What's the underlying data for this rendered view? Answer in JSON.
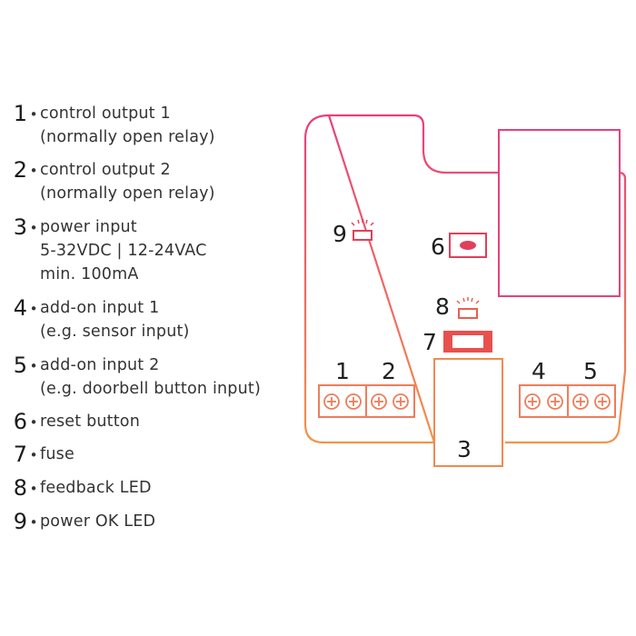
{
  "legend": [
    {
      "num": "1",
      "lines": [
        "control output 1",
        "(normally open relay)"
      ]
    },
    {
      "num": "2",
      "lines": [
        "control output 2",
        "(normally open relay)"
      ]
    },
    {
      "num": "3",
      "lines": [
        "power input",
        "5-32VDC | 12-24VAC",
        "min. 100mA"
      ]
    },
    {
      "num": "4",
      "lines": [
        "add-on input 1",
        "(e.g. sensor input)"
      ]
    },
    {
      "num": "5",
      "lines": [
        "add-on input 2",
        "(e.g. doorbell button input)"
      ]
    },
    {
      "num": "6",
      "lines": [
        "reset button"
      ]
    },
    {
      "num": "7",
      "lines": [
        "fuse"
      ]
    },
    {
      "num": "8",
      "lines": [
        "feedback LED"
      ]
    },
    {
      "num": "9",
      "lines": [
        "power OK LED"
      ]
    }
  ],
  "bullet": "•",
  "diagram": {
    "labels": {
      "terminal_1": "1",
      "terminal_2": "2",
      "terminal_3": "3",
      "terminal_4": "4",
      "terminal_5": "5",
      "reset": "6",
      "fuse": "7",
      "feedback_led": "8",
      "power_led": "9"
    }
  },
  "colors": {
    "gradient_top": "#e8407a",
    "gradient_bottom": "#f2944a",
    "component_red": "#e0405a",
    "fuse_fill": "#e8504e"
  }
}
